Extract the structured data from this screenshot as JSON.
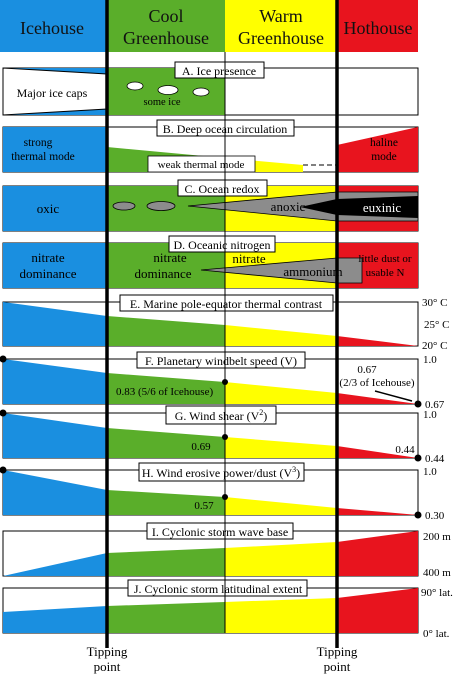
{
  "header": {
    "icehouse": [
      "Icehouse"
    ],
    "cool": [
      "Cool",
      "Greenhouse"
    ],
    "warm": [
      "Warm",
      "Greenhouse"
    ],
    "hothouse": [
      "Hothouse"
    ]
  },
  "colors": {
    "icehouse": "#1a8fe0",
    "cool": "#5aae2a",
    "warm": "#ffff00",
    "hothouse": "#e8141e",
    "anoxic": "#8c8c8c",
    "euxinic": "#000000",
    "line": "#000000"
  },
  "panels": {
    "A": {
      "title": "A. Ice presence",
      "ice_label": "Major  ice caps",
      "some_ice": "some ice"
    },
    "B": {
      "title": "B. Deep ocean circulation",
      "left": [
        "strong",
        "thermal mode"
      ],
      "mid": "weak thermal mode",
      "right": [
        "haline",
        "mode"
      ]
    },
    "C": {
      "title": "C. Ocean redox",
      "left": "oxic",
      "anoxic": "anoxic",
      "euxinic": "euxinic"
    },
    "D": {
      "title": "D. Oceanic nitrogen",
      "left": [
        "nitrate",
        "dominance"
      ],
      "cool": [
        "nitrate",
        "dominance"
      ],
      "warm": "nitrate",
      "mid": "ammonium",
      "right": [
        "little dust or",
        "usable N"
      ]
    },
    "E": {
      "title": "E. Marine pole-equator thermal contrast",
      "axis": [
        "30° C",
        "25° C",
        "20° C"
      ]
    },
    "F": {
      "title": "F. Planetary windbelt speed (V)",
      "note": "0.83 (5/6 of Icehouse)",
      "hot_note": [
        "0.67",
        "(2/3 of Icehouse)"
      ],
      "axis_top": "1.0",
      "axis_bottom": "0.67"
    },
    "G": {
      "title": "G. Wind shear (V",
      "sup": "2",
      "close": ")",
      "note": "0.69",
      "hot_note": "0.44",
      "axis_top": "1.0",
      "axis_bottom": "0.44"
    },
    "H": {
      "title": "H. Wind erosive power/dust (V",
      "sup": "3",
      "close": ")",
      "note": "0.57",
      "axis_top": "1.0",
      "axis_bottom": "0.30"
    },
    "I": {
      "title": "I. Cyclonic storm wave base",
      "axis_top": "200 m",
      "axis_bottom": "400 m"
    },
    "J": {
      "title": "J. Cyclonic storm latitudinal extent",
      "axis_top": "90° lat.",
      "axis_bottom": "0° lat."
    }
  },
  "footer": {
    "left": [
      "Tipping",
      "point"
    ],
    "right": [
      "Tipping",
      "point"
    ]
  }
}
